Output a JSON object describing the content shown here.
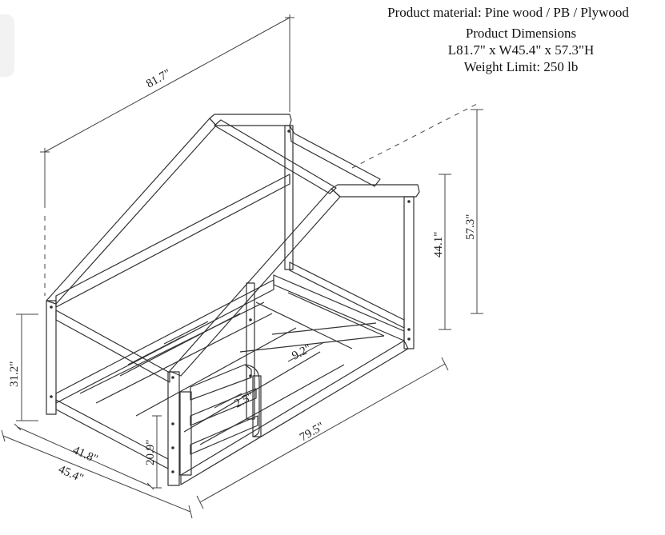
{
  "specs": {
    "material": "Product material: Pine wood / PB / Plywood",
    "heading": "Product Dimensions",
    "dimensions": "L81.7\" x W45.4\" x 57.3\"H",
    "weight": "Weight Limit: 250 lb"
  },
  "dimensions": {
    "length_top": "81.7\"",
    "height_total": "57.3\"",
    "height_side": "44.1\"",
    "height_front": "31.2\"",
    "width_inner": "41.8\"",
    "width_outer": "45.4\"",
    "length_base": "79.5\"",
    "slat_gap": "9.2\"",
    "rail_gap": "2.5\"",
    "rail_height": "20.9\""
  },
  "colors": {
    "line": "#333333",
    "background": "#ffffff"
  }
}
